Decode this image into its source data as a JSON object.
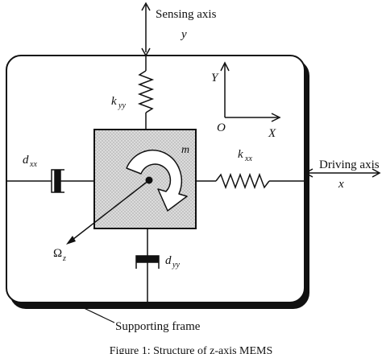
{
  "labels": {
    "sensing_axis": "Sensing axis",
    "sensing_axis_var": "y",
    "k_yy_main": "k",
    "k_yy_sub": "yy",
    "mass": "m",
    "d_xx_main": "d",
    "d_xx_sub": "xx",
    "k_xx_main": "k",
    "k_xx_sub": "xx",
    "driving_axis": "Driving axis",
    "driving_axis_var": "x",
    "omega_main": "Ω",
    "omega_sub": "z",
    "d_yy_main": "d",
    "d_yy_sub": "yy",
    "supporting_frame": "Supporting frame",
    "coord_Y": "Y",
    "coord_O": "O",
    "coord_X": "X",
    "caption": "Figure 1: Structure of z-axis MEMS"
  },
  "colors": {
    "stroke": "#111111",
    "mass_fill": "#d9d9d9",
    "frame_shadow": "#111111",
    "background": "#ffffff"
  }
}
